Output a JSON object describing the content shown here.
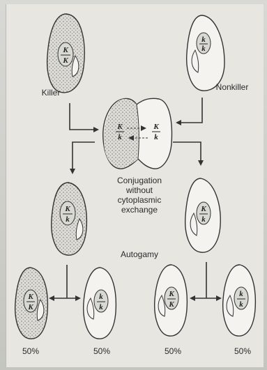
{
  "labels": {
    "killer": "Killer",
    "nonkiller": "Nonkiller",
    "conjugation_line1": "Conjugation",
    "conjugation_line2": "without",
    "conjugation_line3": "cytoplasmic",
    "conjugation_line4": "exchange",
    "autogamy": "Autogamy"
  },
  "genotypes": {
    "killer_parent": "K/K",
    "nonkiller_parent": "k/k",
    "conjugant_left": "K/k",
    "conjugant_right": "K/k",
    "exconjugant_left": "K/k",
    "exconjugant_right": "K/k",
    "progeny_1": "K/K",
    "progeny_2": "k/k",
    "progeny_3": "K/K",
    "progeny_4": "k/k"
  },
  "percentages": [
    "50%",
    "50%",
    "50%",
    "50%"
  ],
  "colors": {
    "background": "#e7e6e1",
    "outline": "#333333",
    "stipple": "#8a8a86",
    "cell_fill": "#f4f3ef",
    "nucleus_fill": "#d9d9d4"
  }
}
